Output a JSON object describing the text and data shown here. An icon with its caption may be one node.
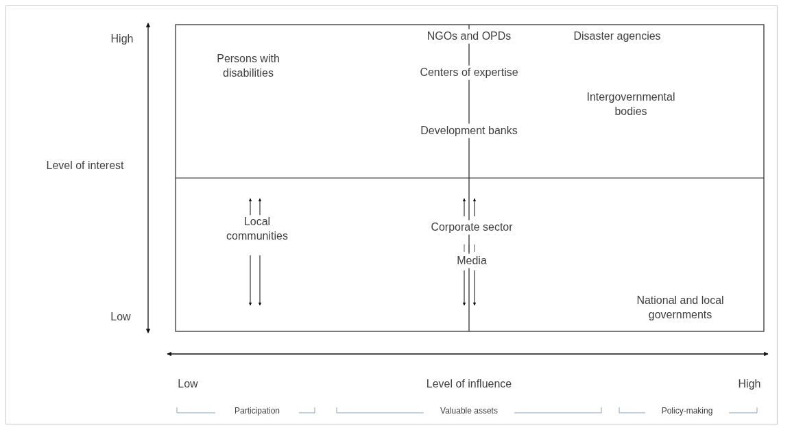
{
  "diagram": {
    "labels": [
      "High",
      "Persons with disabilities",
      "NGOs and OPDs",
      "Disaster agencies",
      "Centers of expertise",
      "Intergovernmental bodies",
      "Development banks",
      "Level of interest",
      "Local communities",
      "Corporate sector",
      "Media",
      "National and local governments",
      "Low",
      "Low",
      "Level of influence",
      "High",
      "Participation",
      "Valuable assets",
      "Policy-making"
    ]
  }
}
